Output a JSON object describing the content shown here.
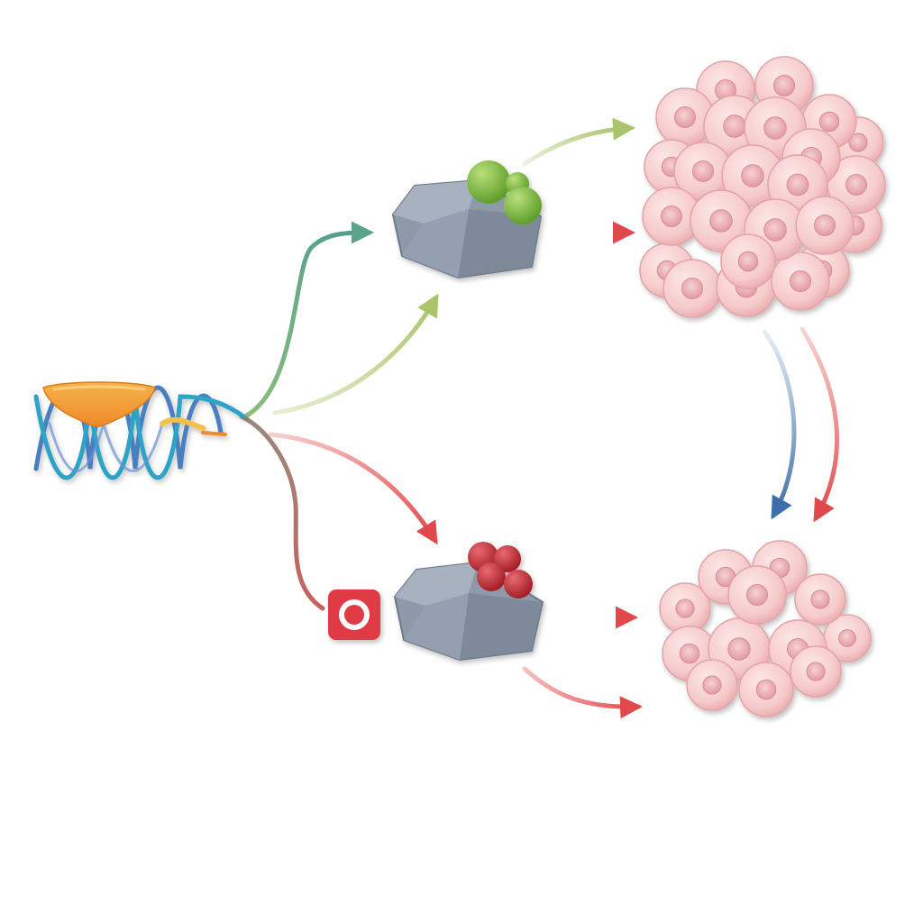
{
  "diagram": {
    "colors": {
      "background": "#ffffff",
      "helix_blue": "#4a7fc0",
      "helix_teal": "#2fa3c7",
      "enzyme_orange": "#f0a030",
      "protein_gray": "#8e9aaa",
      "ligand_green": "#7bbf3a",
      "ligand_red": "#c9303a",
      "arrow_green": "#a9c46a",
      "arrow_teal": "#5aa487",
      "arrow_red": "#e0484c",
      "arrow_blue": "#3f6fa8",
      "cell_pink": "#f4c6c8",
      "cell_nucleus": "#e9a6ab",
      "inhibitor_badge": "#e03a44"
    },
    "nodes": [
      {
        "id": "dna-enzyme",
        "icon": "dna-helix-icon"
      },
      {
        "id": "protein-active",
        "icon": "protein-green-ligand-icon"
      },
      {
        "id": "protein-inhibited",
        "icon": "protein-red-ligand-icon"
      },
      {
        "id": "cell-cluster-large",
        "icon": "cell-cluster-icon"
      },
      {
        "id": "cell-cluster-small",
        "icon": "cell-cluster-icon"
      },
      {
        "id": "inhibitor",
        "icon": "inhibitor-badge-icon"
      }
    ],
    "edges": [
      {
        "from": "dna-enzyme",
        "to": "protein-active",
        "color": "arrow_teal"
      },
      {
        "from": "dna-enzyme",
        "to": "protein-active",
        "color": "arrow_green"
      },
      {
        "from": "dna-enzyme",
        "to": "protein-inhibited",
        "color": "arrow_red"
      },
      {
        "from": "dna-enzyme",
        "to": "inhibitor",
        "color": "arrow_red"
      },
      {
        "from": "protein-active",
        "to": "cell-cluster-large",
        "color": "arrow_green"
      },
      {
        "from": "protein-active",
        "to": "cell-cluster-large",
        "color": "arrow_red"
      },
      {
        "from": "protein-inhibited",
        "to": "cell-cluster-small",
        "color": "arrow_red"
      },
      {
        "from": "protein-inhibited",
        "to": "cell-cluster-small",
        "color": "arrow_red"
      },
      {
        "from": "cell-cluster-large",
        "to": "cell-cluster-small",
        "color": "arrow_blue"
      },
      {
        "from": "cell-cluster-large",
        "to": "cell-cluster-small",
        "color": "arrow_red"
      }
    ]
  }
}
